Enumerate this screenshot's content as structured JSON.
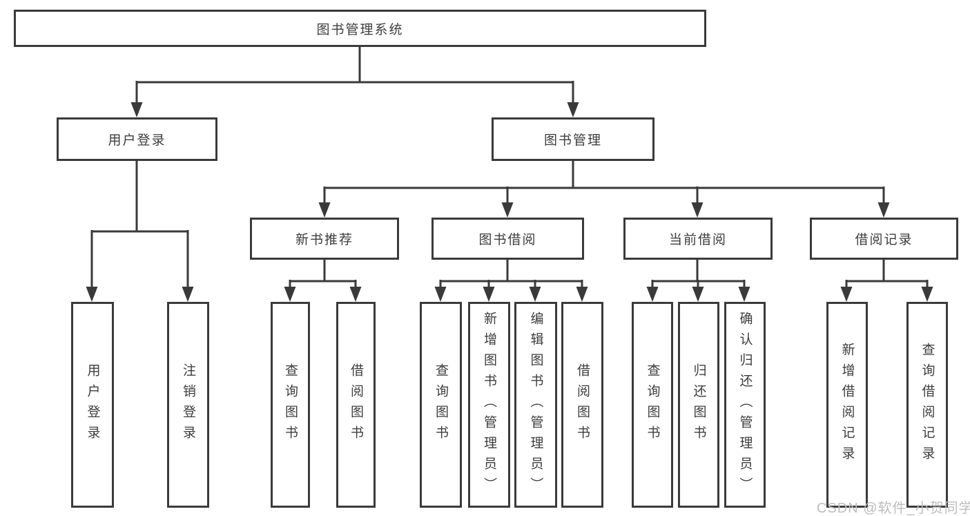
{
  "colors": {
    "box_border": "#3a3a3a",
    "connector_line": "#3a3a3a",
    "text": "#3d3d3d",
    "watermark_text": "#bdbdbd",
    "background": "#ffffff"
  },
  "tree": {
    "label": "图书管理系统",
    "children": [
      {
        "label": "用户登录",
        "children": [
          {
            "label": "用户登录"
          },
          {
            "label": "注销登录"
          }
        ]
      },
      {
        "label": "图书管理",
        "children": [
          {
            "label": "新书推荐",
            "children": [
              {
                "label": "查询图书"
              },
              {
                "label": "借阅图书"
              }
            ]
          },
          {
            "label": "图书借阅",
            "children": [
              {
                "label": "查询图书"
              },
              {
                "label": "新增图书（管理员）"
              },
              {
                "label": "编辑图书（管理员）"
              },
              {
                "label": "借阅图书"
              }
            ]
          },
          {
            "label": "当前借阅",
            "children": [
              {
                "label": "查询图书"
              },
              {
                "label": "归还图书"
              },
              {
                "label": "确认归还（管理员）"
              }
            ]
          },
          {
            "label": "借阅记录",
            "children": [
              {
                "label": "新增借阅记录"
              },
              {
                "label": "查询借阅记录"
              }
            ]
          }
        ]
      }
    ]
  },
  "watermark": {
    "text": "CSDN @软件_小贺同学"
  }
}
